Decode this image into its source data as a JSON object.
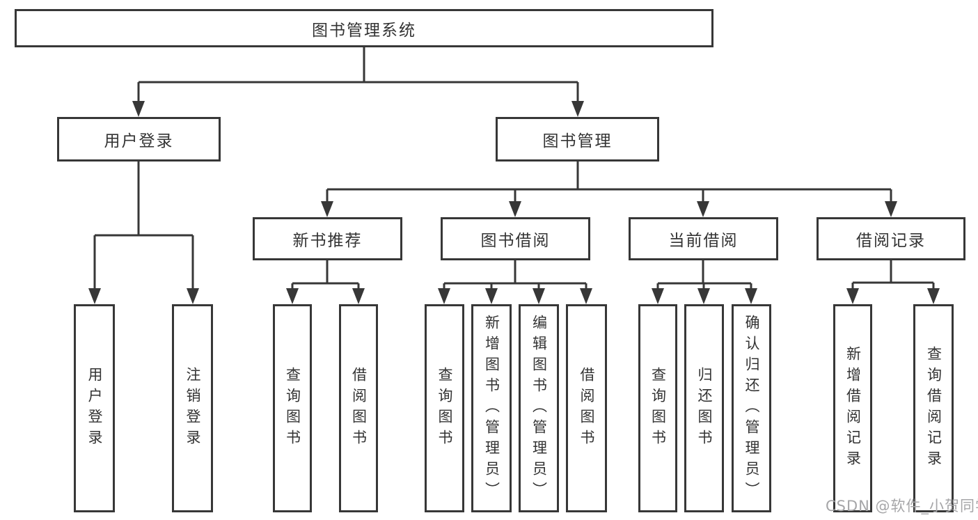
{
  "diagram_type": "hierarchy-tree",
  "colors": {
    "background": "#ffffff",
    "box_border": "#373737",
    "connector_line": "#373737",
    "text": "#333333",
    "watermark": "#a6a6a8"
  },
  "tree": {
    "label": "图书管理系统",
    "children": [
      {
        "label": "用户登录",
        "children": [
          {
            "label": "用户登录"
          },
          {
            "label": "注销登录"
          }
        ]
      },
      {
        "label": "图书管理",
        "children": [
          {
            "label": "新书推荐",
            "children": [
              {
                "label": "查询图书"
              },
              {
                "label": "借阅图书"
              }
            ]
          },
          {
            "label": "图书借阅",
            "children": [
              {
                "label": "查询图书"
              },
              {
                "label": "新增图书（管理员）"
              },
              {
                "label": "编辑图书（管理员）"
              },
              {
                "label": "借阅图书"
              }
            ]
          },
          {
            "label": "当前借阅",
            "children": [
              {
                "label": "查询图书"
              },
              {
                "label": "归还图书"
              },
              {
                "label": "确认归还（管理员）"
              }
            ]
          },
          {
            "label": "借阅记录",
            "children": [
              {
                "label": "新增借阅记录"
              },
              {
                "label": "查询借阅记录"
              }
            ]
          }
        ]
      }
    ]
  },
  "watermark": {
    "text": "CSDN @软件_小贺同学"
  }
}
